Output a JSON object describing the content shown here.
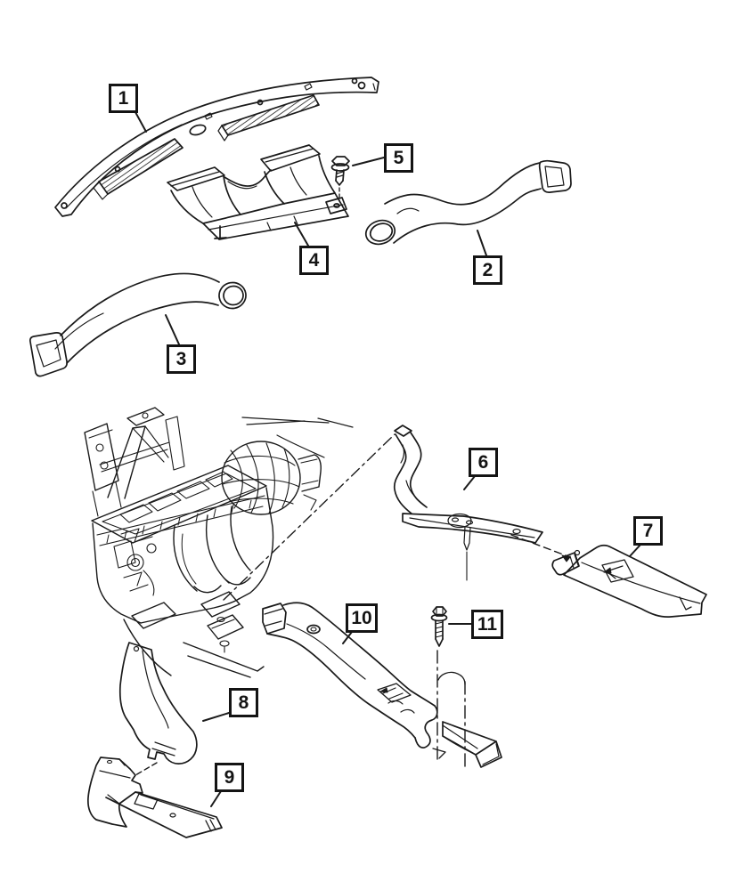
{
  "diagram": {
    "background": "#ffffff",
    "line_color": "#1a1a1a",
    "callout_border_color": "#141414",
    "callouts": [
      {
        "label": "1"
      },
      {
        "label": "2"
      },
      {
        "label": "3"
      },
      {
        "label": "4"
      },
      {
        "label": "5"
      },
      {
        "label": "6"
      },
      {
        "label": "7"
      },
      {
        "label": "8"
      },
      {
        "label": "9"
      },
      {
        "label": "10"
      },
      {
        "label": "11"
      }
    ]
  }
}
